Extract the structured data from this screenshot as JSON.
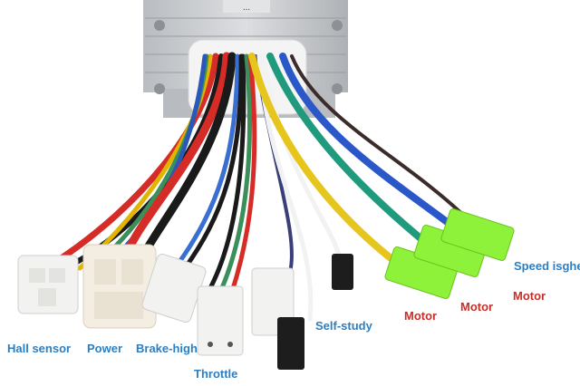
{
  "labels": {
    "hall_sensor": "Hall sensor",
    "power": "Power",
    "brake_high": "Brake-high",
    "throttle": "Throttle",
    "self_study": "Self-study",
    "motor_1": "Motor",
    "motor_2": "Motor",
    "motor_3": "Motor",
    "speed": "Speed isghel"
  },
  "controller_marking": "...",
  "colors": {
    "label_blue": "#2a7fc4",
    "label_red": "#c62f2a",
    "housing": "#c9ccd0",
    "motor_plug": "#8ff23a",
    "connector_white": "#f2f2f0"
  }
}
